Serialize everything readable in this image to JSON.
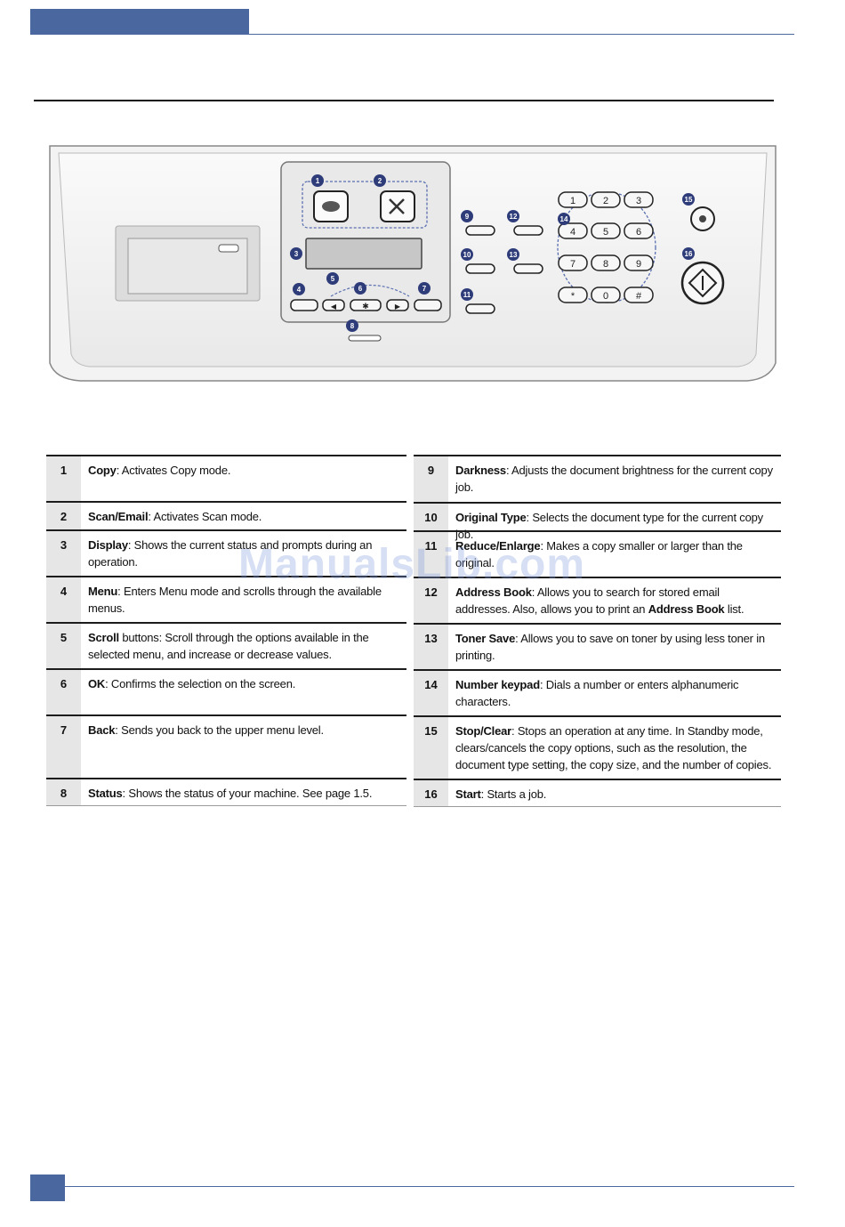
{
  "watermark": "ManualsLib.com",
  "panel": {
    "callouts": [
      "1",
      "2",
      "3",
      "4",
      "5",
      "6",
      "7",
      "8",
      "9",
      "10",
      "11",
      "12",
      "13",
      "14",
      "15",
      "16"
    ],
    "keypad": [
      "1",
      "2",
      "3",
      "4",
      "5",
      "6",
      "7",
      "8",
      "9",
      "*",
      "0",
      "#"
    ]
  },
  "legend_left": [
    {
      "num": "1",
      "term": "Copy",
      "text": ": Activates Copy mode."
    },
    {
      "num": "2",
      "term": "Scan/Email",
      "text": ": Activates Scan mode."
    },
    {
      "num": "3",
      "term": "Display",
      "text": ": Shows the current status and prompts during an operation."
    },
    {
      "num": "4",
      "term": "Menu",
      "text": ": Enters Menu mode and scrolls through the available menus."
    },
    {
      "num": "5",
      "term": "Scroll",
      "text": " buttons: Scroll through the options available in the selected menu, and increase or decrease values."
    },
    {
      "num": "6",
      "term": "OK",
      "text": ": Confirms the selection on the screen."
    },
    {
      "num": "7",
      "term": "Back",
      "text": ": Sends you back to the upper menu level."
    },
    {
      "num": "8",
      "term": "Status",
      "text": ": Shows the status of your machine. See page 1.5."
    }
  ],
  "legend_right": [
    {
      "num": "9",
      "term": "Darkness",
      "text": ": Adjusts the document brightness for the current copy job."
    },
    {
      "num": "10",
      "term": "Original Type",
      "text": ": Selects the document type for the current copy job."
    },
    {
      "num": "11",
      "term": "Reduce/Enlarge",
      "text": ": Makes a copy smaller or larger than the original."
    },
    {
      "num": "12",
      "term": "Address Book",
      "text": ": Allows you to search for stored email addresses. Also, allows you to print an ",
      "term2": "Address Book",
      "text2": " list."
    },
    {
      "num": "13",
      "term": "Toner Save",
      "text": ": Allows you to save on toner by using less toner in printing."
    },
    {
      "num": "14",
      "term": "Number keypad",
      "text": ": Dials a number or enters alphanumeric characters."
    },
    {
      "num": "15",
      "term": "Stop/Clear",
      "text": ": Stops an operation at any time. In Standby mode, clears/cancels the copy options, such as the resolution, the document type setting, the copy size, and the number of copies."
    },
    {
      "num": "16",
      "term": "Start",
      "text": ": Starts a job."
    }
  ]
}
